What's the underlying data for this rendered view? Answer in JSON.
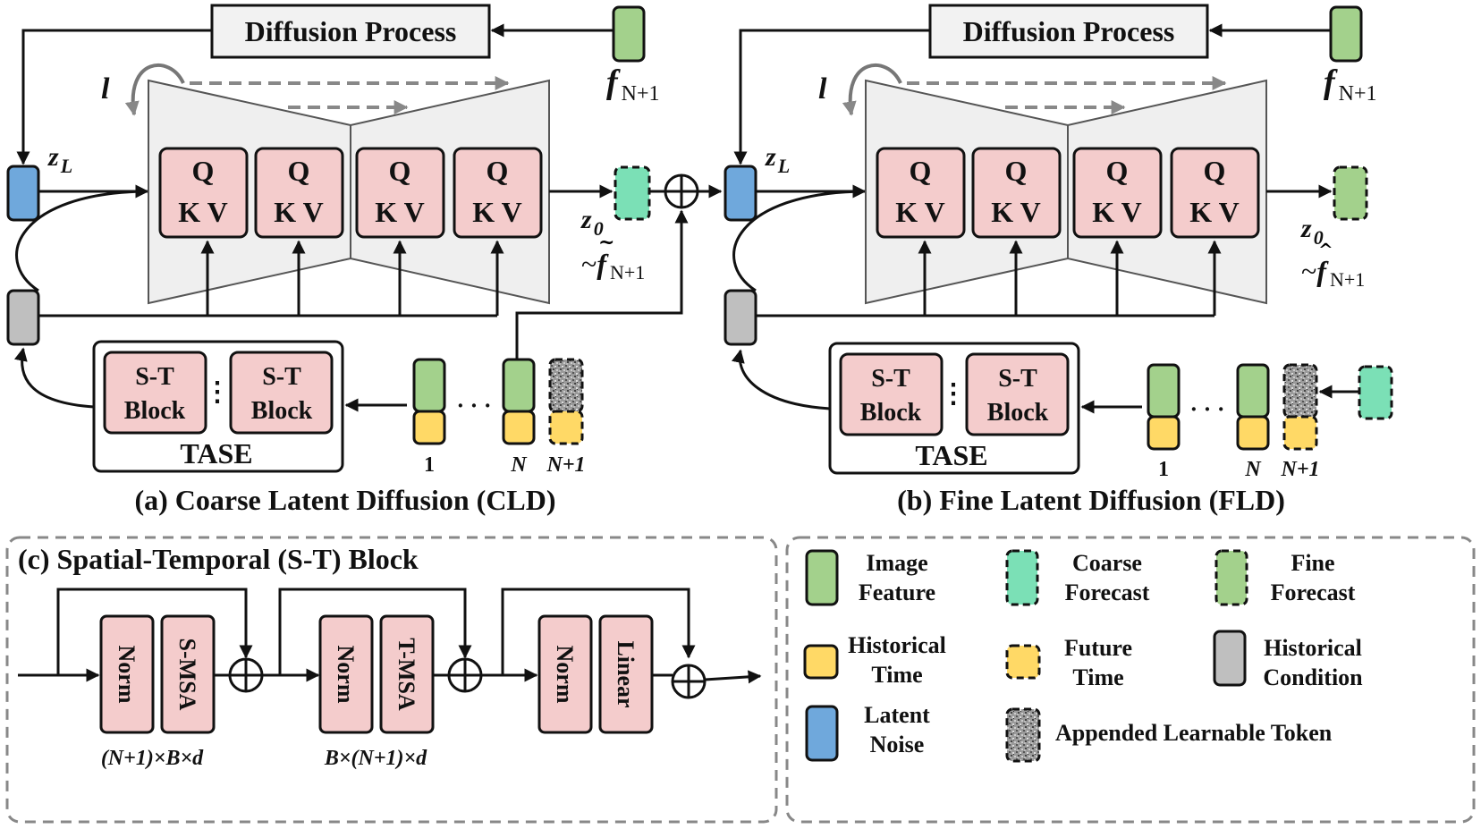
{
  "panel_a": {
    "diffusion_label": "Diffusion Process",
    "f_next": "f",
    "f_next_sub": "N+1",
    "loop_label": "l",
    "z_L": "z",
    "z_L_sub": "L",
    "qkv_q": "Q",
    "qkv_kv": "K V",
    "z0": "z",
    "z0_sub": "0",
    "z0_approx_sym": "~",
    "z0_approx_f": "f",
    "z0_approx_sub": "N+1",
    "st_line1": "S-T",
    "st_line2": "Block",
    "tase": "TASE",
    "dots": "· · ·",
    "idx_1": "1",
    "idx_N": "N",
    "idx_N1": "N+1",
    "caption": "(a) Coarse Latent Diffusion (CLD)"
  },
  "panel_b": {
    "diffusion_label": "Diffusion Process",
    "caption": "(b) Fine Latent Diffusion (FLD)"
  },
  "panel_c": {
    "title": "(c) Spatial-Temporal (S-T) Block",
    "norm": "Norm",
    "smsa": "S-MSA",
    "tmsa": "T-MSA",
    "linear": "Linear",
    "shape1": "(N+1)×B×d",
    "shape2": "B×(N+1)×d"
  },
  "legend": {
    "image_feature": [
      "Image",
      "Feature"
    ],
    "coarse_forecast": [
      "Coarse",
      "Forecast"
    ],
    "fine_forecast": [
      "Fine",
      "Forecast"
    ],
    "historical_time": [
      "Historical",
      "Time"
    ],
    "future_time": [
      "Future",
      "Time"
    ],
    "historical_condition": [
      "Historical",
      "Condition"
    ],
    "latent_noise": [
      "Latent",
      "Noise"
    ],
    "appended_token": "Appended Learnable Token"
  },
  "colors": {
    "green": "#a3d18c",
    "yellow": "#ffd966",
    "blue": "#6fa8dc",
    "gray": "#bfbfbf",
    "teal": "#7be0b6",
    "pink": "#f4cccc",
    "trapezoid": "#efefef"
  },
  "icons": [
    "plus-circle-icon",
    "curved-loop-arrow-icon",
    "dashed-skip-arrow-icon"
  ]
}
